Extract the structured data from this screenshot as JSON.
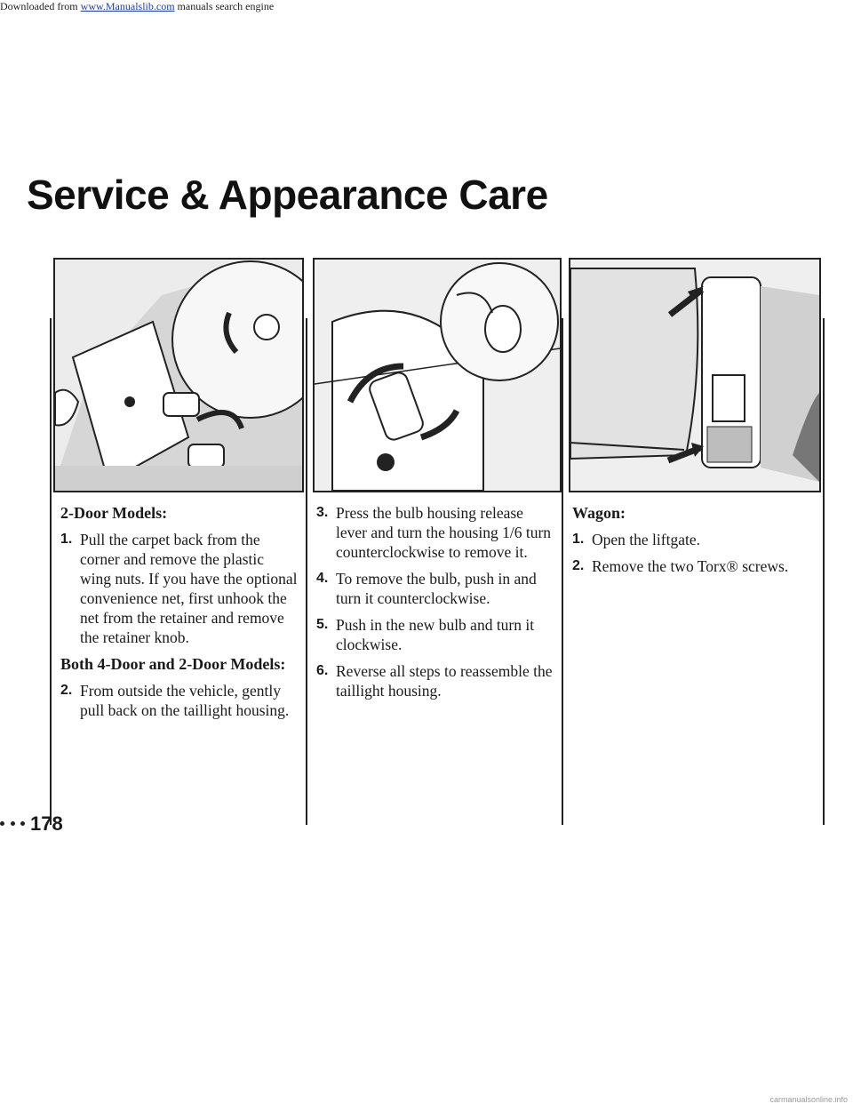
{
  "banner": {
    "prefix": "Downloaded from ",
    "link": "www.Manualslib.com",
    "suffix": " manuals search engine"
  },
  "page": {
    "title": "Service & Appearance Care",
    "page_number": "178"
  },
  "column1": {
    "heading": "2-Door Models:",
    "step1": {
      "num": "1.",
      "text": "Pull the carpet back from the corner and remove the plastic wing nuts. If you have the optional convenience net, first unhook the net from the retainer and remove the retainer knob."
    },
    "subheading": "Both 4-Door and 2-Door Models:",
    "step2": {
      "num": "2.",
      "text": "From outside the vehicle, gently pull back on the taillight housing."
    }
  },
  "column2": {
    "step3": {
      "num": "3.",
      "text": "Press the bulb housing release lever and turn the housing 1/6 turn counterclockwise to remove it."
    },
    "step4": {
      "num": "4.",
      "text": "To remove the bulb, push in and turn it counterclockwise."
    },
    "step5": {
      "num": "5.",
      "text": "Push in the new bulb and turn it clockwise."
    },
    "step6": {
      "num": "6.",
      "text": "Reverse all steps to reassemble the taillight housing."
    }
  },
  "column3": {
    "heading": "Wagon:",
    "step1": {
      "num": "1.",
      "text": "Open the liftgate."
    },
    "step2": {
      "num": "2.",
      "text": "Remove the two Torx® screws."
    }
  },
  "footer": {
    "watermark": "carmanualsonline.info"
  },
  "icons": {
    "illustration1": "taillight-wing-nut-illustration",
    "illustration2": "bulb-housing-illustration",
    "illustration3": "wagon-taillight-screws-illustration"
  }
}
